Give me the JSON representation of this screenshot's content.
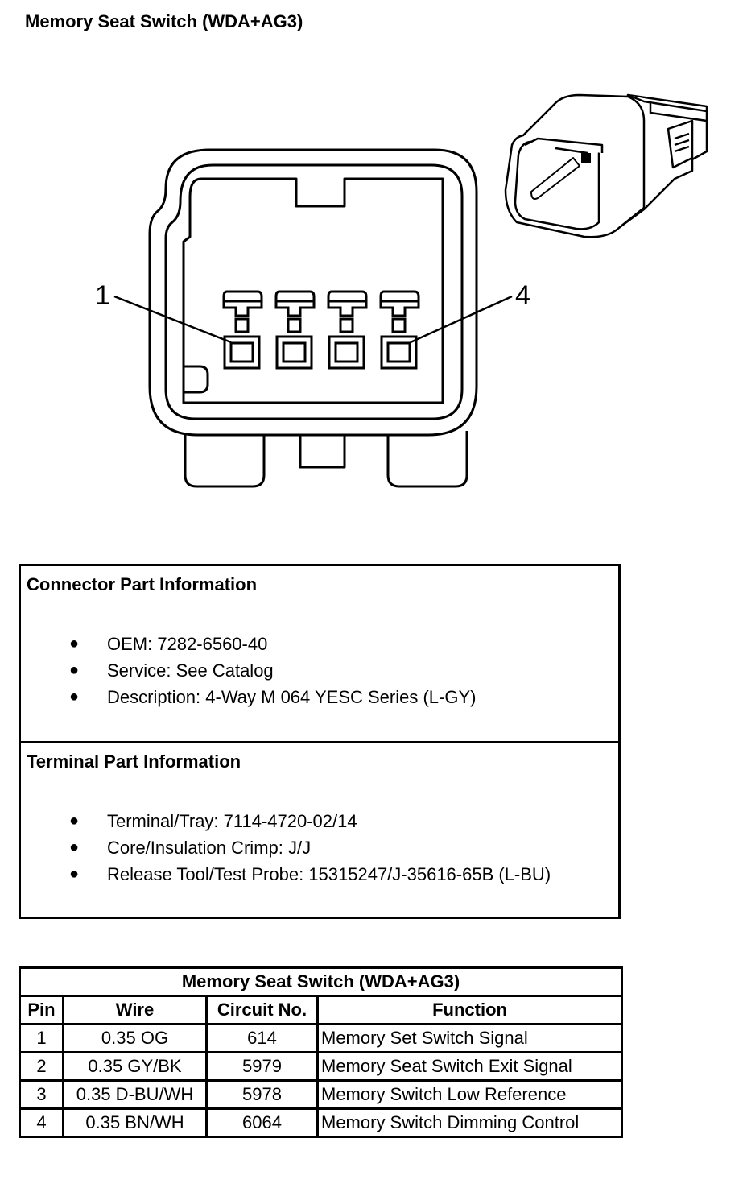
{
  "title": "Memory Seat Switch (WDA+AG3)",
  "diagram": {
    "pin_first_label": "1",
    "pin_last_label": "4"
  },
  "connector_info": {
    "heading": "Connector Part Information",
    "items": [
      "OEM: 7282-6560-40",
      "Service: See Catalog",
      "Description: 4-Way M 064 YESC Series (L-GY)"
    ]
  },
  "terminal_info": {
    "heading": "Terminal Part Information",
    "items": [
      "Terminal/Tray: 7114-4720-02/14",
      "Core/Insulation Crimp: J/J",
      "Release Tool/Test Probe: 15315247/J-35616-65B (L-BU)"
    ]
  },
  "pin_table": {
    "caption": "Memory Seat Switch (WDA+AG3)",
    "headers": [
      "Pin",
      "Wire",
      "Circuit No.",
      "Function"
    ],
    "rows": [
      [
        "1",
        "0.35 OG",
        "614",
        "Memory Set Switch Signal"
      ],
      [
        "2",
        "0.35 GY/BK",
        "5979",
        "Memory Seat Switch Exit Signal"
      ],
      [
        "3",
        "0.35 D-BU/WH",
        "5978",
        "Memory Switch Low Reference"
      ],
      [
        "4",
        "0.35 BN/WH",
        "6064",
        "Memory Switch Dimming Control"
      ]
    ]
  }
}
